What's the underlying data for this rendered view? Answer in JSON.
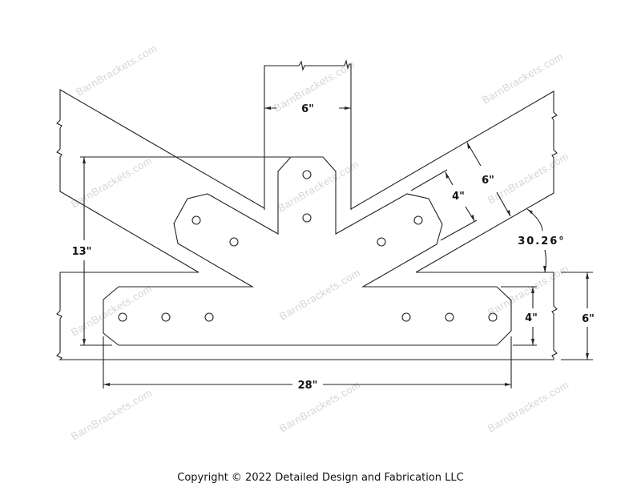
{
  "watermark": "BarnBrackets.com",
  "dimensions": {
    "post_width": "6\"",
    "overall_height": "13\"",
    "rafter_depth": "6\"",
    "rafter_plate_width": "4\"",
    "roof_angle": "30.26°",
    "beam_plate_width": "4\"",
    "beam_depth": "6\"",
    "overall_length": "28\""
  },
  "footer": {
    "copyright": "Copyright © 2022 Detailed Design and Fabrication LLC"
  }
}
